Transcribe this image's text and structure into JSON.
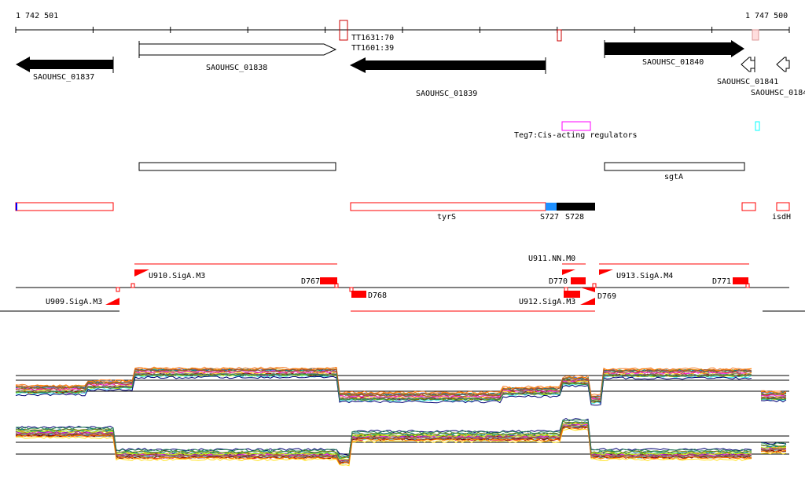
{
  "scale": {
    "start_label": "1 742 501",
    "end_label": "1 747 500"
  },
  "terminators": [
    "TT1631:70",
    "TT1601:39"
  ],
  "genes": [
    {
      "name": "SAOUHSC_01837",
      "strand": "-"
    },
    {
      "name": "SAOUHSC_01838",
      "strand": "+"
    },
    {
      "name": "SAOUHSC_01839",
      "strand": "-"
    },
    {
      "name": "SAOUHSC_01840",
      "strand": "+"
    },
    {
      "name": "SAOUHSC_01841",
      "strand": "-"
    },
    {
      "name": "SAOUHSC_0184",
      "strand": "-"
    }
  ],
  "regulators": {
    "label": "Teg7:Cis-acting regulators"
  },
  "operons": {
    "sgtA": "sgtA"
  },
  "features": {
    "tyrS": "tyrS",
    "s727": "S727",
    "s728": "S728",
    "isdH": "isdH"
  },
  "transcripts": {
    "u909": "U909.SigA.M3",
    "u910": "U910.SigA.M3",
    "u911": "U911.NN.M0",
    "u912": "U912.SigA.M3",
    "u913": "U913.SigA.M4",
    "d767": "D767",
    "d768": "D768",
    "d769": "D769",
    "d770": "D770",
    "d771": "D771"
  },
  "colors": {
    "red": "#ff0000",
    "blue": "#1e90ff",
    "magenta": "#ff00ff",
    "cyan": "#00ffff"
  }
}
